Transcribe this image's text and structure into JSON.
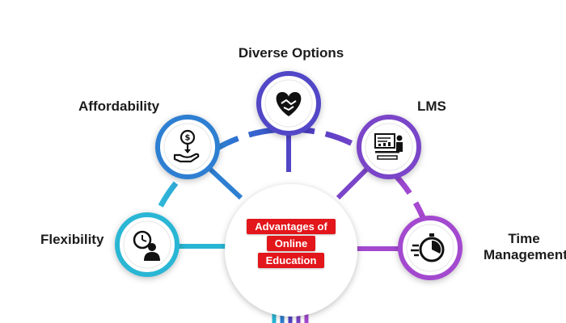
{
  "center": {
    "lines": [
      "Advantages of",
      "Online",
      "Education"
    ],
    "ribbon_color": "#e2161b"
  },
  "nodes": [
    {
      "key": "flexibility",
      "label": "Flexibility",
      "icon": "clock-person-icon",
      "color": "#29b6d4"
    },
    {
      "key": "affordability",
      "label": "Affordability",
      "icon": "hand-coin-icon",
      "color": "#2e7fd2"
    },
    {
      "key": "diverse",
      "label": "Diverse Options",
      "icon": "handshake-heart-icon",
      "color": "#5146c7"
    },
    {
      "key": "lms",
      "label": "LMS",
      "icon": "classroom-board-icon",
      "color": "#7a45c8"
    },
    {
      "key": "time",
      "label": "Time Management",
      "icon": "stopwatch-icon",
      "color": "#a349cf"
    }
  ],
  "time_label_lines": [
    "Time",
    "Management"
  ]
}
